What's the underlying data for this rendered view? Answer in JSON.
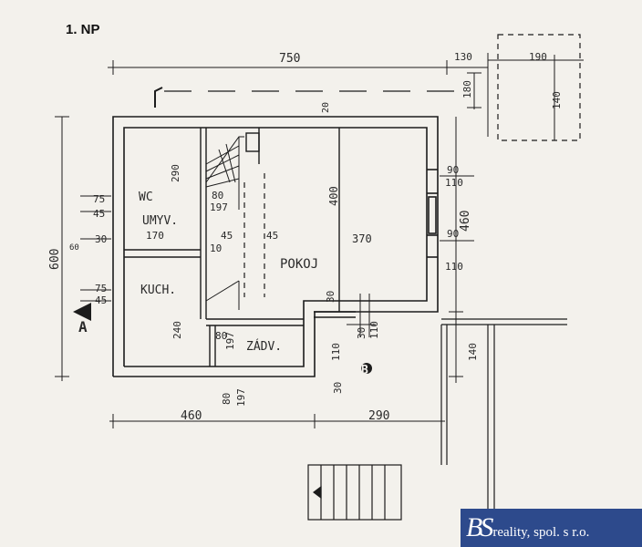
{
  "floor_label": "1. NP",
  "rooms": {
    "wc": "WC",
    "umyv": "UMYV.",
    "kuch": "KUCH.",
    "pokoj": "POKOJ",
    "zadv": "ZÁDV."
  },
  "section_marks": {
    "a": "A",
    "b": "B"
  },
  "dimensions": {
    "top_total": "750",
    "top_right": "130",
    "terrace_width": "190",
    "terrace_depth": "140",
    "terrace_offset": "180",
    "bottom_left": "460",
    "bottom_right": "290",
    "left_total": "600",
    "right_total": "460",
    "right_lower": "140",
    "pokoj_height": "400",
    "pokoj_width": "370",
    "stair_290": "290",
    "door_80": "80",
    "door_197": "197",
    "umyv_170": "170",
    "kuch_240": "240",
    "wall_10": "10",
    "wall_45": "45",
    "wall_45b": "45",
    "wall_30": "30",
    "wall_30b": "30",
    "window_90": "90",
    "window_110": "110",
    "window_90b": "90",
    "window_110b": "110",
    "win_75": "75",
    "win_45": "45",
    "win_30": "30",
    "win_60": "60",
    "win_75b": "75",
    "win_45b": "45",
    "zadv_80": "80",
    "zadv_197": "197",
    "zadv_80b": "80",
    "zadv_197b": "197",
    "door_30": "30",
    "door_110": "110",
    "ent_110": "110",
    "ent_30": "30",
    "top_20": "20"
  },
  "brand": {
    "logo": "BS",
    "name": "reality, spol. s r.o."
  }
}
